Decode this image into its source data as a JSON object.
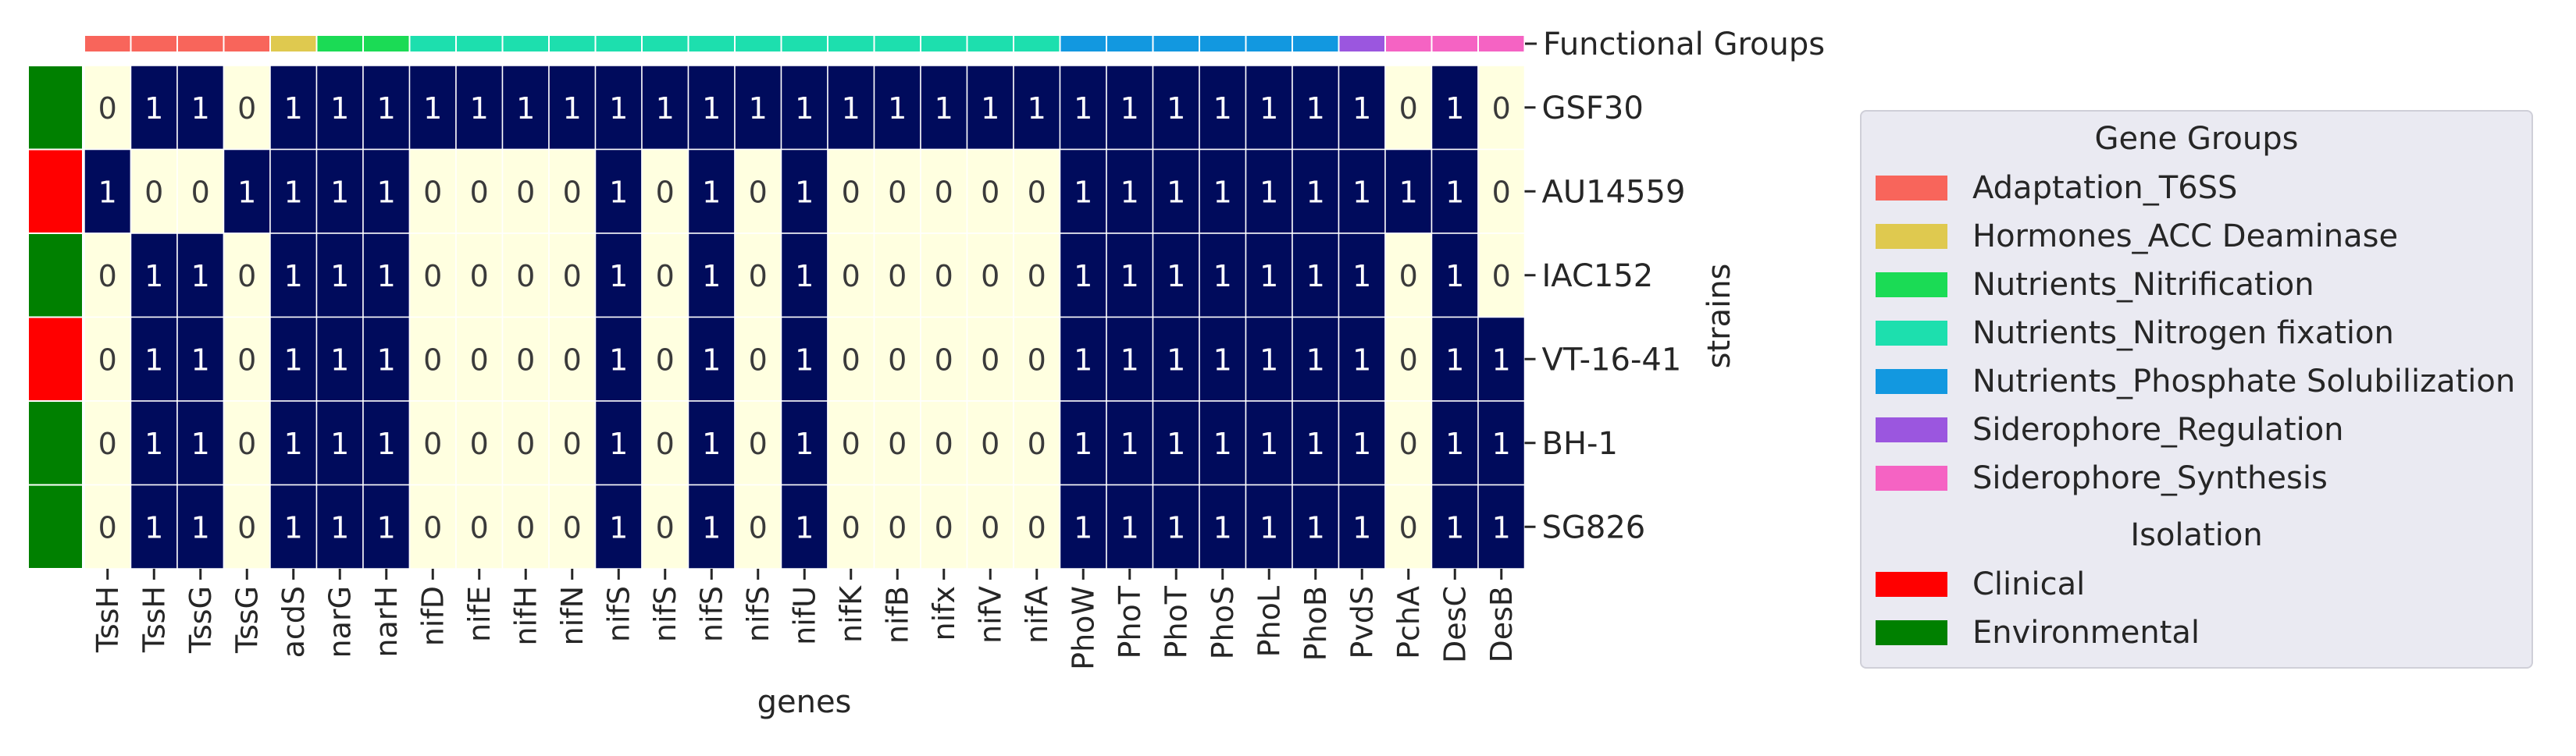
{
  "chart_data": {
    "type": "heatmap",
    "xlabel": "genes",
    "ylabel": "strains",
    "top_annotation_label": "Functional Groups",
    "genes": [
      "TssH",
      "TssH",
      "TssG",
      "TssG",
      "acdS",
      "narG",
      "narH",
      "nifD",
      "nifE",
      "nifH",
      "nifN",
      "nifS",
      "nifS",
      "nifS",
      "nifS",
      "nifU",
      "nifK",
      "nifB",
      "nifx",
      "nifV",
      "nifA",
      "PhoW",
      "PhoT",
      "PhoT",
      "PhoS",
      "PhoL",
      "PhoB",
      "PvdS",
      "PchA",
      "DesC",
      "DesB"
    ],
    "strains": [
      "GSF30",
      "AU14559",
      "IAC152",
      "VT-16-41",
      "BH-1",
      "SG826"
    ],
    "gene_groups": [
      "Adaptation_T6SS",
      "Adaptation_T6SS",
      "Adaptation_T6SS",
      "Adaptation_T6SS",
      "Hormones_ACC Deaminase",
      "Nutrients_Nitrification",
      "Nutrients_Nitrification",
      "Nutrients_Nitrogen fixation",
      "Nutrients_Nitrogen fixation",
      "Nutrients_Nitrogen fixation",
      "Nutrients_Nitrogen fixation",
      "Nutrients_Nitrogen fixation",
      "Nutrients_Nitrogen fixation",
      "Nutrients_Nitrogen fixation",
      "Nutrients_Nitrogen fixation",
      "Nutrients_Nitrogen fixation",
      "Nutrients_Nitrogen fixation",
      "Nutrients_Nitrogen fixation",
      "Nutrients_Nitrogen fixation",
      "Nutrients_Nitrogen fixation",
      "Nutrients_Nitrogen fixation",
      "Nutrients_Phosphate Solubilization",
      "Nutrients_Phosphate Solubilization",
      "Nutrients_Phosphate Solubilization",
      "Nutrients_Phosphate Solubilization",
      "Nutrients_Phosphate Solubilization",
      "Nutrients_Phosphate Solubilization",
      "Siderophore_Regulation",
      "Siderophore_Synthesis",
      "Siderophore_Synthesis",
      "Siderophore_Synthesis"
    ],
    "strain_isolation": [
      "Environmental",
      "Clinical",
      "Environmental",
      "Clinical",
      "Environmental",
      "Environmental"
    ],
    "values": [
      [
        0,
        1,
        1,
        0,
        1,
        1,
        1,
        1,
        1,
        1,
        1,
        1,
        1,
        1,
        1,
        1,
        1,
        1,
        1,
        1,
        1,
        1,
        1,
        1,
        1,
        1,
        1,
        1,
        0,
        1,
        0
      ],
      [
        1,
        0,
        0,
        1,
        1,
        1,
        1,
        0,
        0,
        0,
        0,
        1,
        0,
        1,
        0,
        1,
        0,
        0,
        0,
        0,
        0,
        1,
        1,
        1,
        1,
        1,
        1,
        1,
        1,
        1,
        0
      ],
      [
        0,
        1,
        1,
        0,
        1,
        1,
        1,
        0,
        0,
        0,
        0,
        1,
        0,
        1,
        0,
        1,
        0,
        0,
        0,
        0,
        0,
        1,
        1,
        1,
        1,
        1,
        1,
        1,
        0,
        1,
        0
      ],
      [
        0,
        1,
        1,
        0,
        1,
        1,
        1,
        0,
        0,
        0,
        0,
        1,
        0,
        1,
        0,
        1,
        0,
        0,
        0,
        0,
        0,
        1,
        1,
        1,
        1,
        1,
        1,
        1,
        0,
        1,
        1
      ],
      [
        0,
        1,
        1,
        0,
        1,
        1,
        1,
        0,
        0,
        0,
        0,
        1,
        0,
        1,
        0,
        1,
        0,
        0,
        0,
        0,
        0,
        1,
        1,
        1,
        1,
        1,
        1,
        1,
        0,
        1,
        1
      ],
      [
        0,
        1,
        1,
        0,
        1,
        1,
        1,
        0,
        0,
        0,
        0,
        1,
        0,
        1,
        0,
        1,
        0,
        0,
        0,
        0,
        0,
        1,
        1,
        1,
        1,
        1,
        1,
        1,
        0,
        1,
        1
      ]
    ],
    "cell_colors": {
      "0": "#ffffe0",
      "1": "#000b5c"
    },
    "text_colors": {
      "0": "#3a3a3a",
      "1": "#ffffff"
    },
    "legend": {
      "gene_groups_title": "Gene Groups",
      "gene_groups": [
        {
          "label": "Adaptation_T6SS",
          "color": "#f8655b"
        },
        {
          "label": "Hormones_ACC Deaminase",
          "color": "#dfc94f"
        },
        {
          "label": "Nutrients_Nitrification",
          "color": "#1bdb55"
        },
        {
          "label": "Nutrients_Nitrogen fixation",
          "color": "#1ddfae"
        },
        {
          "label": "Nutrients_Phosphate Solubilization",
          "color": "#1298e0"
        },
        {
          "label": "Siderophore_Regulation",
          "color": "#9b56df"
        },
        {
          "label": "Siderophore_Synthesis",
          "color": "#f563c3"
        }
      ],
      "isolation_title": "Isolation",
      "isolation": [
        {
          "label": "Clinical",
          "color": "#ff0000"
        },
        {
          "label": "Environmental",
          "color": "#008000"
        }
      ]
    }
  }
}
